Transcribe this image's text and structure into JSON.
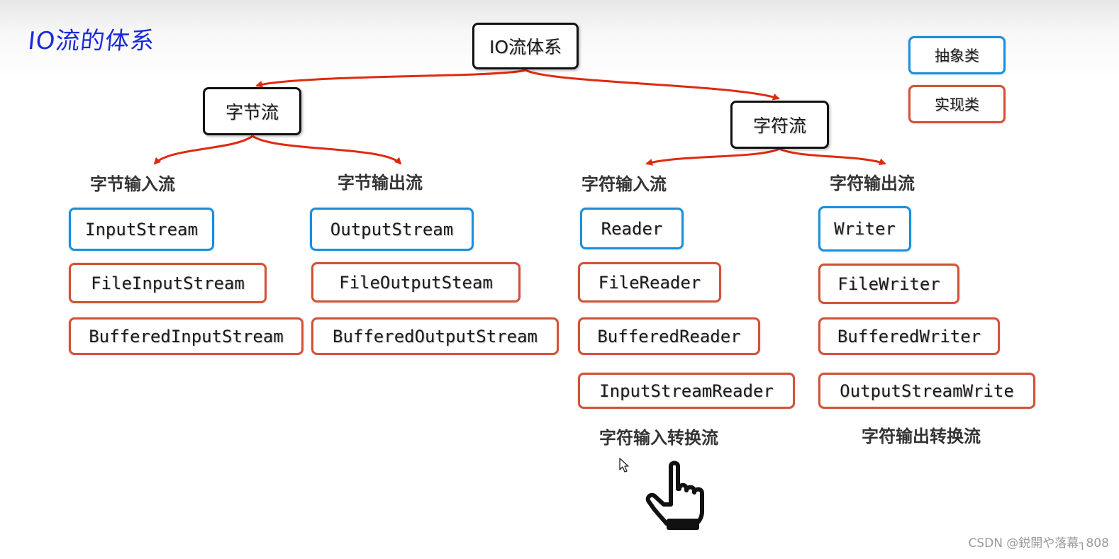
{
  "title": "IO流的体系",
  "root": "IO流体系",
  "legend": {
    "abstract": "抽象类",
    "implementation": "实现类"
  },
  "byte_stream": {
    "label": "字节流",
    "input": {
      "label": "字节输入流",
      "abstract": "InputStream",
      "implementations": [
        "FileInputStream",
        "BufferedInputStream"
      ]
    },
    "output": {
      "label": "字节输出流",
      "abstract": "OutputStream",
      "implementations": [
        "FileOutputSteam",
        "BufferedOutputStream"
      ]
    }
  },
  "char_stream": {
    "label": "字符流",
    "input": {
      "label": "字符输入流",
      "abstract": "Reader",
      "implementations": [
        "FileReader",
        "BufferedReader",
        "InputStreamReader"
      ],
      "conversion_label": "字符输入转换流"
    },
    "output": {
      "label": "字符输出流",
      "abstract": "Writer",
      "implementations": [
        "FileWriter",
        "BufferedWriter",
        "OutputStreamWrite"
      ],
      "conversion_label": "字符输出转换流"
    }
  },
  "colors": {
    "abstract_border": "#1a8fdd",
    "impl_border": "#d0533a",
    "arrow": "#e02a10",
    "title": "#1a2ad8"
  },
  "watermark": "CSDN @鋭開や落幕┐808"
}
